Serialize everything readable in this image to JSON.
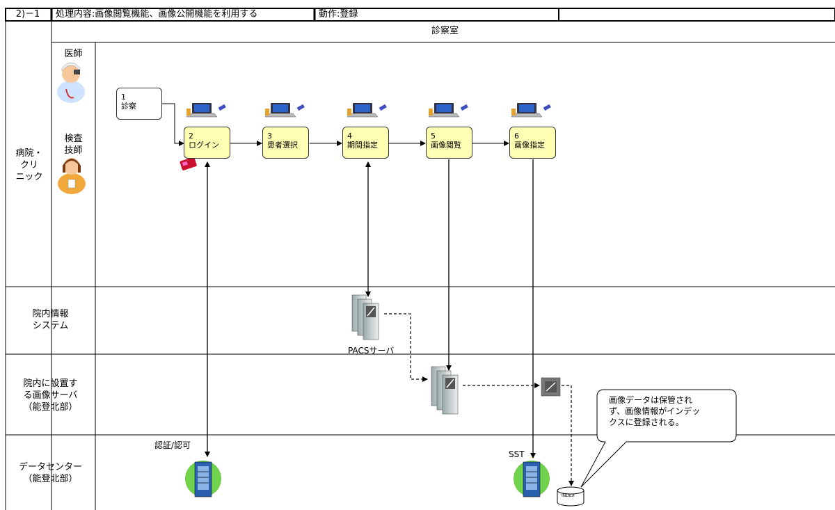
{
  "header": {
    "section": "2)－1",
    "process": "処理内容:画像閲覧機能、画像公開機能を利用する",
    "action": "動作:登録"
  },
  "column_header": "診察室",
  "lanes": [
    {
      "label": "病院・\nクリ\nニック"
    },
    {
      "label": "院内情報\nシステム"
    },
    {
      "label": "院内に設置す\nる画像サーバ\n（能登北部）"
    },
    {
      "label": "データセンター\n（能登北部）"
    }
  ],
  "actors": {
    "doctor": "医師",
    "technician": "検査\n技師"
  },
  "steps": [
    {
      "num": "1",
      "label": "診察"
    },
    {
      "num": "2",
      "label": "ログイン"
    },
    {
      "num": "3",
      "label": "患者選択"
    },
    {
      "num": "4",
      "label": "期間指定"
    },
    {
      "num": "5",
      "label": "画像閲覧"
    },
    {
      "num": "6",
      "label": "画像指定"
    }
  ],
  "annotations": {
    "pacs": "PACSサーバ",
    "auth": "認証/認可",
    "sst": "SST",
    "index": "INDEX",
    "callout": "画像データは保管され\nず、画像情報がインデッ\nクスに登録される。"
  }
}
